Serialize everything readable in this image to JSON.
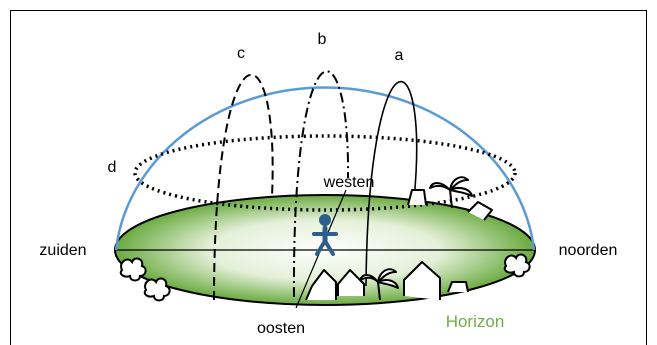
{
  "labels": {
    "c": "c",
    "b": "b",
    "a": "a",
    "d": "d",
    "westen": "westen",
    "zuiden": "zuiden",
    "noorden": "noorden",
    "oosten": "oosten",
    "horizon": "Horizon"
  },
  "colors": {
    "dome": "#5b9bd5",
    "horizon_text": "#70ad47",
    "ground_dark": "#70ad47",
    "ground_light": "#ffffff",
    "person": "#2e5f8a"
  },
  "icons": [
    "person-icon",
    "palm-tree-icon",
    "house-icon",
    "bush-icon"
  ]
}
